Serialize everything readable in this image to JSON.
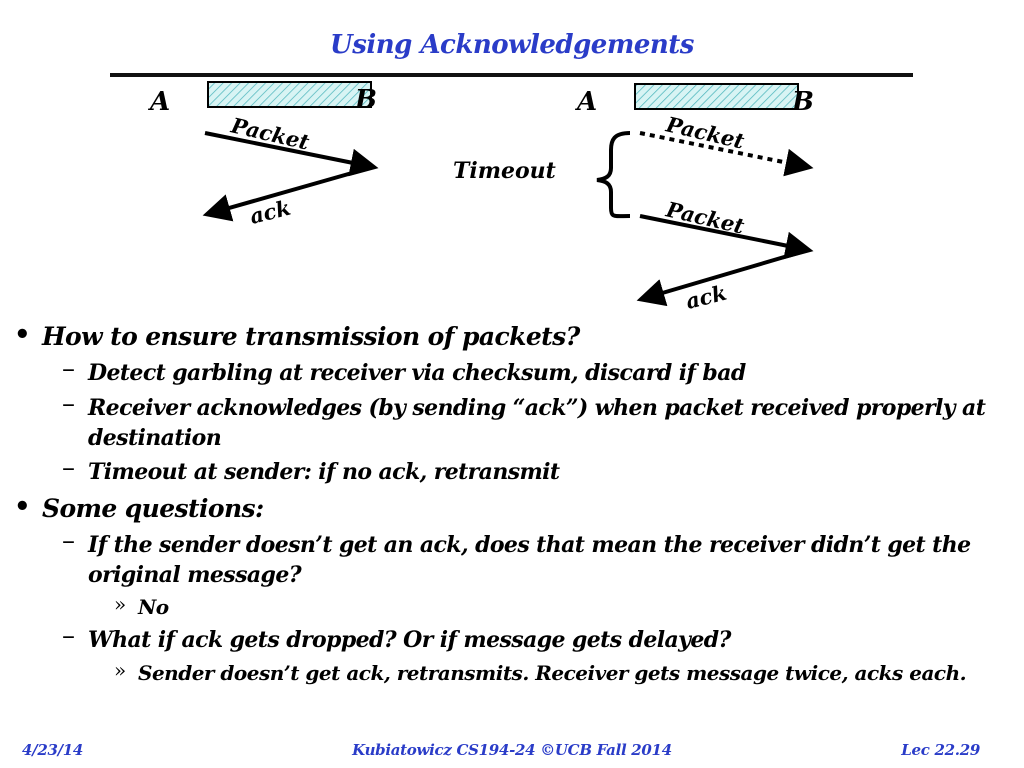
{
  "slide": {
    "title": "Using Acknowledgements"
  },
  "diagram": {
    "left": {
      "label_a": "A",
      "label_b": "B",
      "packet_label": "Packet",
      "ack_label": "ack"
    },
    "timeout_label": "Timeout",
    "right": {
      "label_a": "A",
      "label_b": "B",
      "packet_label_1": "Packet",
      "packet_label_2": "Packet",
      "ack_label": "ack"
    },
    "colors": {
      "box_fill": "#d8f4f4",
      "box_hatch": "#4fb6bd",
      "line": "#000000"
    }
  },
  "bullets": [
    {
      "text": "How to ensure transmission of packets?",
      "subs": [
        {
          "text": "Detect garbling at receiver via checksum, discard if bad"
        },
        {
          "text": "Receiver acknowledges (by sending “ack”) when packet received properly at destination"
        },
        {
          "text": "Timeout at sender:  if no ack, retransmit"
        }
      ]
    },
    {
      "text": "Some questions:",
      "subs": [
        {
          "text": "If the sender doesn’t get an ack, does that mean the receiver didn’t get the original message?",
          "subs": [
            {
              "text": "No"
            }
          ]
        },
        {
          "text": "What if ack gets dropped?  Or if message gets delayed?",
          "subs": [
            {
              "text": "Sender doesn’t get ack, retransmits.  Receiver gets message twice, acks each."
            }
          ]
        }
      ]
    }
  ],
  "footer": {
    "date": "4/23/14",
    "course": "Kubiatowicz CS194-24 ©UCB Fall 2014",
    "lecture": "Lec 22.29"
  },
  "theme": {
    "title_color": "#2a3cc8",
    "text_color": "#000000"
  }
}
